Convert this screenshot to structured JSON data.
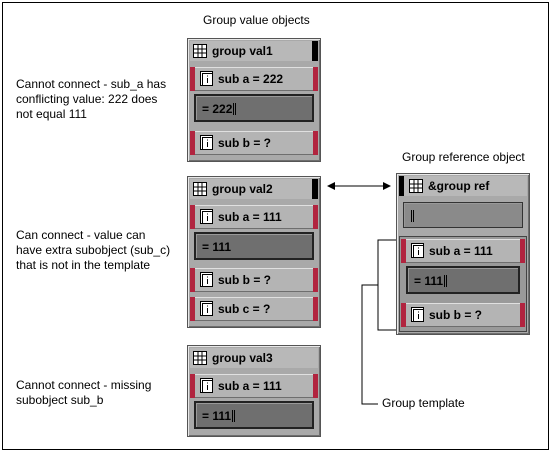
{
  "headings": {
    "group_value_objects": "Group value objects",
    "group_reference_object": "Group reference object",
    "group_template": "Group template"
  },
  "annotations": {
    "val1": [
      "Cannot connect - sub_a has",
      "conflicting value: 222 does",
      "not equal 111"
    ],
    "val2": [
      "Can connect - value can",
      "have extra subobject (sub_c)",
      "that is not in the template"
    ],
    "val3": [
      "Cannot connect - missing",
      "subobject sub_b"
    ]
  },
  "val1": {
    "title": "group val1",
    "sub_a": "sub a = 222",
    "value": "= 222",
    "sub_b": "sub b = ?"
  },
  "val2": {
    "title": "group val2",
    "sub_a": "sub a = 111",
    "value": "= 111",
    "sub_b": "sub b = ?",
    "sub_c": "sub c = ?"
  },
  "val3": {
    "title": "group val3",
    "sub_a": "sub a = 111",
    "value": "= 111"
  },
  "ref": {
    "title": "&group ref",
    "sub_a": "sub a = 111",
    "value": "= 111",
    "sub_b": "sub b = ?"
  },
  "colors": {
    "panel": "#a9a9a9",
    "accent_red": "#b1243f",
    "value_field": "#6f6f6f"
  }
}
